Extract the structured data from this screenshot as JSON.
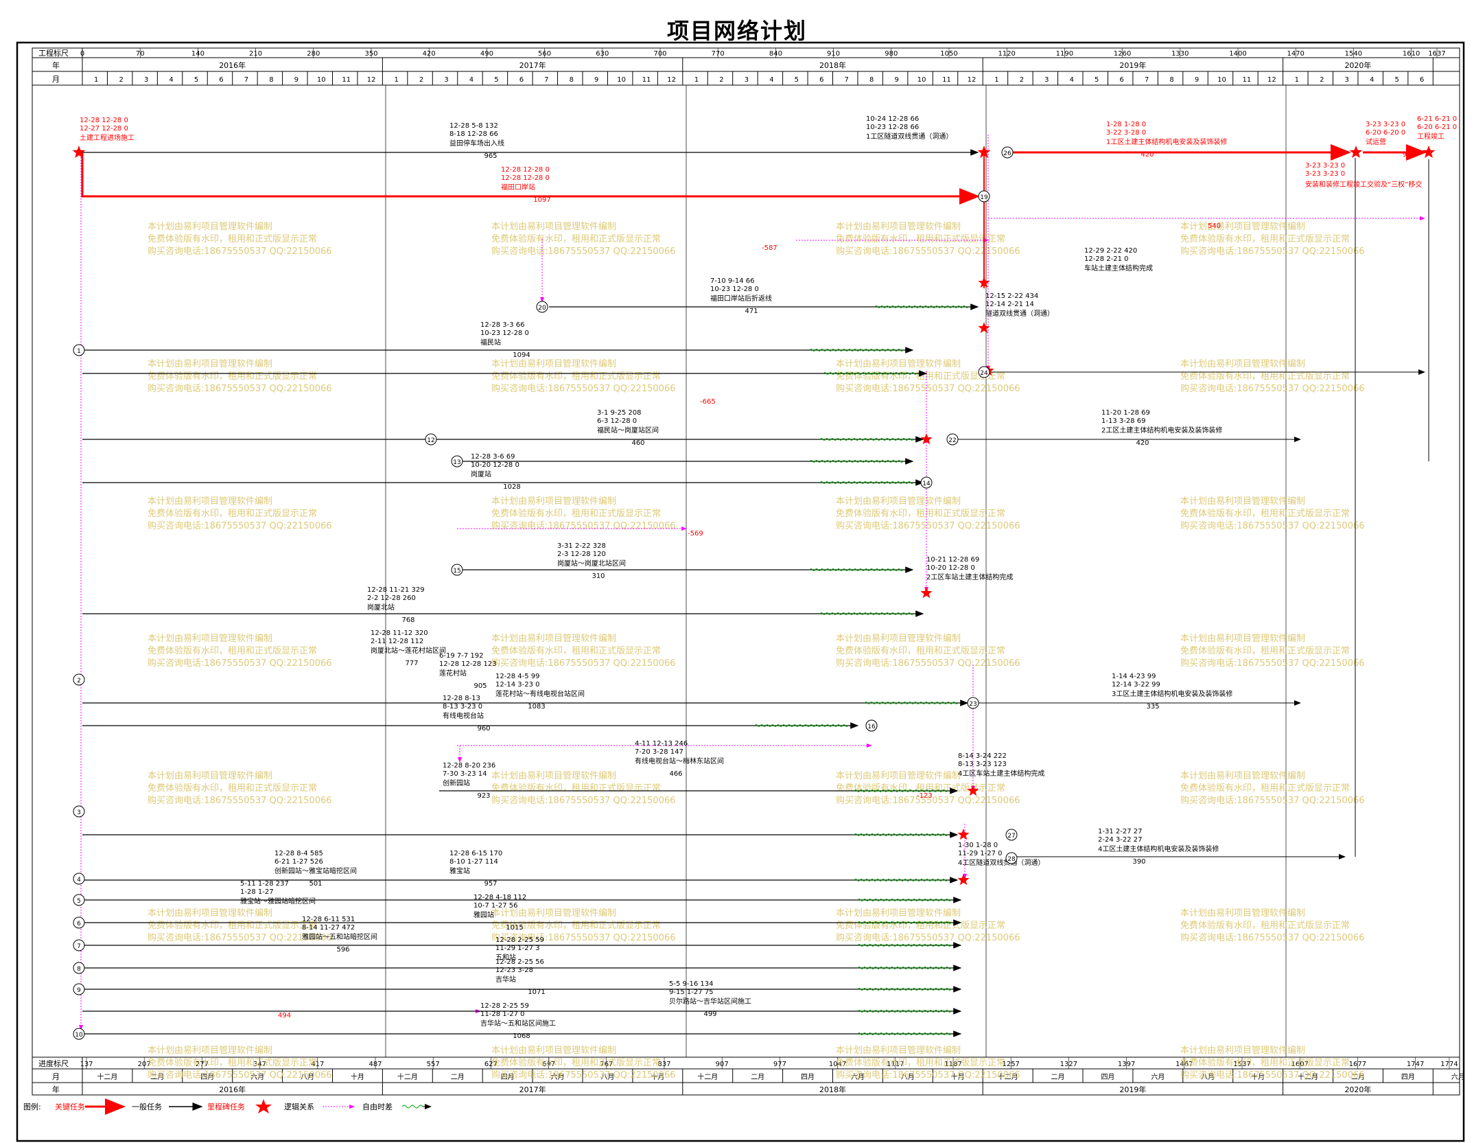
{
  "page_title": "项目网络计划",
  "header_labels": {
    "scale": "工程标尺",
    "year": "年",
    "month": "月"
  },
  "footer_labels": {
    "scale": "进度标尺",
    "month": "月",
    "year": "年"
  },
  "scale_ticks_top": [
    "0",
    "70",
    "140",
    "210",
    "280",
    "350",
    "420",
    "490",
    "560",
    "630",
    "700",
    "770",
    "840",
    "910",
    "980",
    "1050",
    "1120",
    "1190",
    "1260",
    "1330",
    "1400",
    "1470",
    "1540",
    "1610",
    "1637"
  ],
  "scale_ticks_bottom": [
    "137",
    "207",
    "277",
    "347",
    "417",
    "487",
    "557",
    "627",
    "697",
    "767",
    "837",
    "907",
    "977",
    "1047",
    "1117",
    "1187",
    "1257",
    "1327",
    "1397",
    "1467",
    "1537",
    "1607",
    "1677",
    "1747",
    "1774"
  ],
  "years": [
    "2016年",
    "2017年",
    "2018年",
    "2019年",
    "2020年"
  ],
  "months_top": [
    "1",
    "2",
    "3",
    "4",
    "5",
    "6",
    "7",
    "8",
    "9",
    "10",
    "11",
    "12",
    "1",
    "2",
    "3",
    "4",
    "5",
    "6",
    "7",
    "8",
    "9",
    "10",
    "11",
    "12",
    "1",
    "2",
    "3",
    "4",
    "5",
    "6",
    "7",
    "8",
    "9",
    "10",
    "11",
    "12",
    "1",
    "2",
    "3",
    "4",
    "5",
    "6",
    "7",
    "8",
    "9",
    "10",
    "11",
    "12",
    "1",
    "2",
    "3",
    "4",
    "5",
    "6"
  ],
  "months_bottom": [
    "十二月",
    "二月",
    "四月",
    "六月",
    "八月",
    "十月",
    "十二月",
    "二月",
    "四月",
    "六月",
    "八月",
    "十月",
    "十二月",
    "二月",
    "四月",
    "六月",
    "八月",
    "十月",
    "十二月",
    "二月",
    "四月",
    "六月",
    "八月",
    "十月",
    "十二月",
    "二月",
    "四月",
    "六月"
  ],
  "watermark": {
    "line1": "本计划由易利项目管理软件编制",
    "line2": "免费体验版有水印，租用和正式版显示正常",
    "line3": "购买咨询电话:18675550537 QQ:22150066"
  },
  "colors": {
    "critical": "#ff0000",
    "normal": "#000000",
    "logic": "#ff00ff",
    "float": "#00aa00",
    "watermark": "#d8c060"
  },
  "legend": {
    "prefix": "图例:",
    "critical": "关键任务",
    "normal": "一般任务",
    "milestone": "里程碑任务",
    "logic": "逻辑关系",
    "float": "自由时差"
  },
  "tasks": [
    {
      "name": "土建工程进场施工",
      "d1": "12-28 12-28 0",
      "d2": "12-27 12-28 0"
    },
    {
      "name": "益田停车场出入线",
      "d1": "12-28 5-8 132",
      "d2": "8-18 12-28 66",
      "dur": "965"
    },
    {
      "name": "1工区隧道双线贯通（洞通）",
      "d1": "10-24 12-28 66",
      "d2": "10-23 12-28 66"
    },
    {
      "name": "福田口岸站",
      "d1": "12-28 12-28 0",
      "d2": "12-28 12-28 0",
      "dur": "1097"
    },
    {
      "name": "1工区土建主体结构机电安装及装饰装修",
      "d1": "1-28 1-28 0",
      "d2": "3-22 3-28 0",
      "dur": "420"
    },
    {
      "name": "试运营",
      "d1": "3-23 3-23 0",
      "d2": "6-20 6-20 0",
      "dur": "90"
    },
    {
      "name": "工程竣工",
      "d1": "6-21 6-21 0",
      "d2": "6-20 6-21 0"
    },
    {
      "name": "安装和装修工程竣工交验及“三权”移交",
      "d1": "3-23 3-23 0",
      "d2": "3-23 3-23 0"
    },
    {
      "name": "福田口岸站后折返线",
      "d1": "7-10 9-14 66",
      "d2": "10-23 12-28 0",
      "dur": "471"
    },
    {
      "name": "车站土建主体结构完成",
      "d1": "12-29 2-22 420",
      "d2": "12-28 2-21 0"
    },
    {
      "name": "隧道双线贯通（洞通）",
      "d1": "12-15 2-22 434",
      "d2": "12-14 2-21 14"
    },
    {
      "name": "福民站",
      "d1": "12-28 3-3 66",
      "d2": "10-23 12-28 0",
      "dur": "1094"
    },
    {
      "name": "福民站～岗厦站区间",
      "d1": "3-1 9-25 208",
      "d2": "6-3 12-28 0",
      "dur": "460"
    },
    {
      "name": "2工区土建主体结构机电安装及装饰装修",
      "d1": "11-20 1-28 69",
      "d2": "1-13 3-28 69",
      "dur": "420"
    },
    {
      "name": "岗厦站",
      "d1": "12-28 3-6 69",
      "d2": "10-20 12-28 0",
      "dur": "1028"
    },
    {
      "name": "岗厦站～岗厦北站区间",
      "d1": "3-31 2-22 328",
      "d2": "2-3 12-28 120",
      "dur": "310"
    },
    {
      "name": "2工区车站土建主体结构完成",
      "d1": "10-21 12-28 69",
      "d2": "10-20 12-28 0"
    },
    {
      "name": "岗厦北站",
      "d1": "12-28 11-21 329",
      "d2": "2-2 12-28 260",
      "dur": "768"
    },
    {
      "name": "岗厦北站～莲花村站区间",
      "d1": "12-28 11-12 320",
      "d2": "2-11 12-28 112",
      "dur": "777"
    },
    {
      "name": "莲花村站",
      "d1": "6-19 7-7 192",
      "d2": "12-28 12-28 123",
      "dur": "905"
    },
    {
      "name": "莲花村站～有线电视台站区间",
      "d1": "12-28 4-5 99",
      "d2": "12-14 3-23 0",
      "dur": "1083"
    },
    {
      "name": "有线电视台站",
      "d1": "12-28 8-13",
      "d2": "8-13 3-23 0",
      "dur": "960"
    },
    {
      "name": "3工区土建主体结构机电安装及装饰装修",
      "d1": "1-14 4-23 99",
      "d2": "12-14 3-22 99",
      "dur": "335"
    },
    {
      "name": "有线电视台站～梅林东站区间",
      "d1": "4-11 12-13 246",
      "d2": "7-20 3-28 147",
      "dur": "466"
    },
    {
      "name": "创新园站",
      "d1": "12-28 8-20 236",
      "d2": "7-30 3-23 14",
      "dur": "923"
    },
    {
      "name": "4工区车站土建主体结构完成",
      "d1": "8-14 3-24 222",
      "d2": "8-13 3-23 123"
    },
    {
      "name": "4工区隧道双线贯通（洞通）",
      "d1": "1-30 1-28 0",
      "d2": "11-29 1-27 0"
    },
    {
      "name": "4工区土建主体结构机电安装及装饰装修",
      "d1": "1-31 2-27 27",
      "d2": "2-24 3-22 27",
      "dur": "390"
    },
    {
      "name": "创新园站～雅宝站暗挖区间",
      "d1": "12-28 8-4 585",
      "d2": "6-21 1-27 526",
      "dur": "501"
    },
    {
      "name": "雅宝站",
      "d1": "12-28 6-15 170",
      "d2": "8-10 1-27 114",
      "dur": "957"
    },
    {
      "name": "雅宝站～雅园站暗挖区间",
      "d1": "5-11 1-28 237",
      "d2": "1-28 1-27"
    },
    {
      "name": "雅园站",
      "d1": "12-28 4-18 112",
      "d2": "10-7 1-27 56",
      "dur": "1015"
    },
    {
      "name": "雅园站～五和站暗挖区间",
      "d1": "12-28 6-11 531",
      "d2": "8-14 11-27 472",
      "dur": "596"
    },
    {
      "name": "五和站",
      "d1": "12-28 2-25 59",
      "d2": "11-29 1-27 3"
    },
    {
      "name": "吉华站",
      "d1": "12-28 2-25 56",
      "d2": "12-23 3-28",
      "dur": "1071"
    },
    {
      "name": "贝尔路站～吉华站区间施工",
      "d1": "5-5 9-16 134",
      "d2": "9-15 1-27 75",
      "dur": "499"
    },
    {
      "name": "吉华站～五和站区间施工",
      "d1": "12-28 2-25 59",
      "d2": "11-28 1-27 0",
      "dur": "1068"
    }
  ],
  "negative_floats": [
    "-587",
    "-665",
    "-569",
    "540",
    "-123",
    "494"
  ],
  "node_labels": [
    "1",
    "2",
    "3",
    "4",
    "5",
    "6",
    "7",
    "8",
    "9",
    "10",
    "11",
    "12",
    "13",
    "14",
    "15",
    "16",
    "19",
    "20",
    "22",
    "23",
    "24",
    "26",
    "27",
    "28"
  ]
}
